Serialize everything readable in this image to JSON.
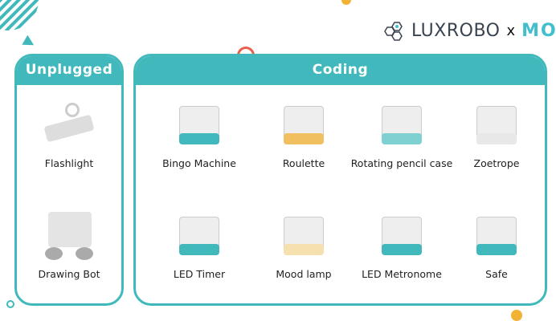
{
  "brand": {
    "luxrobo": "LUXROBO",
    "x": "x",
    "modi": "MODI"
  },
  "unplugged": {
    "title": "Unplugged",
    "items": [
      {
        "label": "Flashlight"
      },
      {
        "label": "Drawing Bot"
      }
    ]
  },
  "coding": {
    "title": "Coding",
    "items": [
      {
        "label": "Bingo Machine"
      },
      {
        "label": "Roulette"
      },
      {
        "label": "Rotating pencil case"
      },
      {
        "label": "Zoetrope"
      },
      {
        "label": "LED Timer"
      },
      {
        "label": "Mood lamp"
      },
      {
        "label": "LED Metronome"
      },
      {
        "label": "Safe"
      }
    ]
  },
  "colors": {
    "accent": "#41b9bc",
    "coral": "#e8604a",
    "purple": "#7a6fc0",
    "yellow": "#f2b233"
  }
}
